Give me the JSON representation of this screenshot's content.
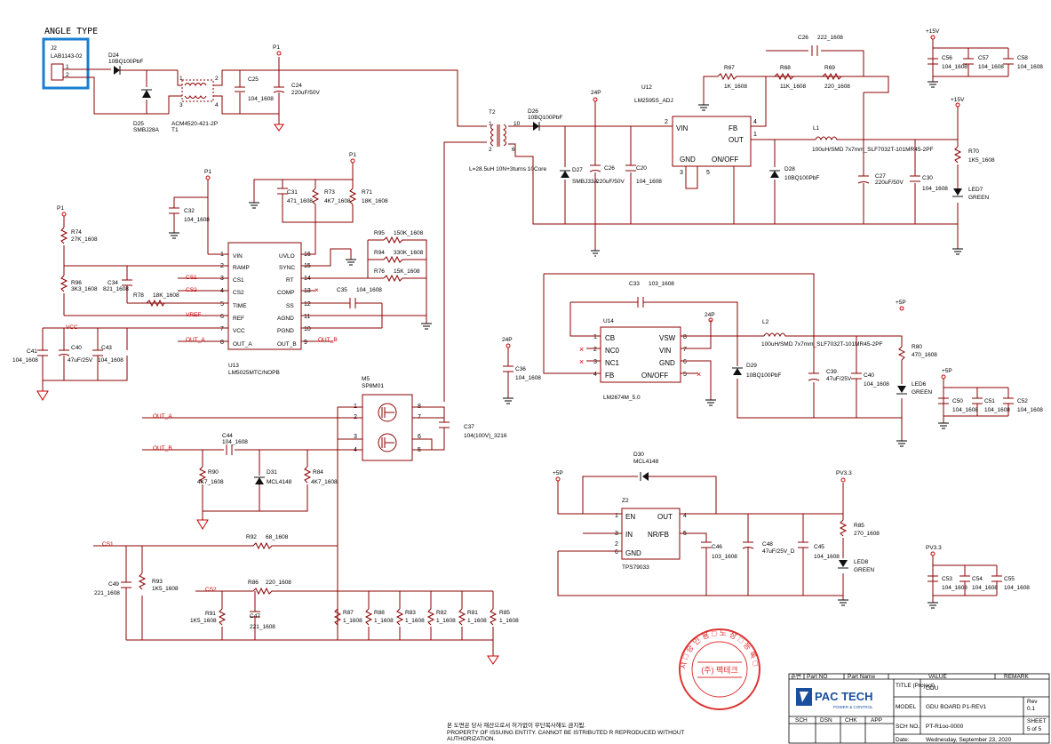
{
  "header": {
    "angle_type": "ANGLE TYPE"
  },
  "connector": {
    "ref": "J2",
    "part": "LAB1143-02",
    "pins": [
      "1",
      "2"
    ]
  },
  "parts": {
    "D24": {
      "ref": "D24",
      "value": "10BQ100PbF"
    },
    "D25": {
      "ref": "D25",
      "value": "SMBJ28A"
    },
    "T1": {
      "ref": "T1",
      "value": "ACM4520-421-2P",
      "pins": [
        "1",
        "2",
        "3",
        "4"
      ]
    },
    "C25": {
      "ref": "C25",
      "value": "104_1608"
    },
    "C24": {
      "ref": "C24",
      "value": "220uF/50V"
    },
    "T2": {
      "ref": "T2",
      "value": "L=28.5uH 10N+3turns 10Core",
      "pins": [
        "1",
        "2",
        "10",
        "6"
      ]
    },
    "D26": {
      "ref": "D26",
      "value": "10BQ100PbF"
    },
    "D27": {
      "ref": "D27",
      "value": "SMBJ33A"
    },
    "C26": {
      "ref": "C26",
      "value": "220uF/50V"
    },
    "C20": {
      "ref": "C20",
      "value": "104_1608"
    },
    "U12": {
      "ref": "U12",
      "value": "LM2595S_ADJ",
      "pins": {
        "VIN": "VIN",
        "FB": "FB",
        "OUT": "OUT",
        "GND": "GND",
        "ONOFF": "ON/OFF"
      },
      "nums": [
        "2",
        "4",
        "1",
        "3",
        "5"
      ]
    },
    "R67": {
      "ref": "R67",
      "value": "1K_1608"
    },
    "R68": {
      "ref": "R68",
      "value": "11K_1608"
    },
    "R69": {
      "ref": "R69",
      "value": "220_1608"
    },
    "C26b": {
      "ref": "C26",
      "value": "222_1608"
    },
    "L1": {
      "ref": "L1",
      "value": "100uH/SMD 7x7mm_SLF7032T-101MR45-2PF"
    },
    "D28": {
      "ref": "D28",
      "value": "10BQ100PbF"
    },
    "C27": {
      "ref": "C27",
      "value": "220uF/50V"
    },
    "C30": {
      "ref": "C30",
      "value": "104_1608"
    },
    "R70": {
      "ref": "R70",
      "value": "1K5_1608"
    },
    "LED7": {
      "ref": "LED7",
      "value": "GREEN"
    },
    "C56": {
      "ref": "C56",
      "value": "104_1608"
    },
    "C57": {
      "ref": "C57",
      "value": "104_1608"
    },
    "C58": {
      "ref": "C58",
      "value": "104_1608"
    },
    "C31": {
      "ref": "C31",
      "value": "471_1608"
    },
    "R73": {
      "ref": "R73",
      "value": "4K7_1608"
    },
    "R71": {
      "ref": "R71",
      "value": "18K_1608"
    },
    "C32": {
      "ref": "C32",
      "value": "104_1608"
    },
    "R74": {
      "ref": "R74",
      "value": "27K_1608"
    },
    "R96": {
      "ref": "R96",
      "value": "3K3_1608"
    },
    "C34": {
      "ref": "C34",
      "value": "821_1608"
    },
    "R78": {
      "ref": "R78",
      "value": "18K_1608"
    },
    "U13": {
      "ref": "U13",
      "value": "LM5025MTC/NOPB",
      "left": [
        [
          "1",
          "VIN"
        ],
        [
          "2",
          "RAMP"
        ],
        [
          "3",
          "CS1"
        ],
        [
          "4",
          "CS2"
        ],
        [
          "5",
          "TIME"
        ],
        [
          "6",
          "REF"
        ],
        [
          "7",
          "VCC"
        ],
        [
          "8",
          "OUT_A"
        ]
      ],
      "right": [
        [
          "16",
          "UVLO"
        ],
        [
          "15",
          "SYNC"
        ],
        [
          "14",
          "RT"
        ],
        [
          "13",
          "COMP"
        ],
        [
          "12",
          "SS"
        ],
        [
          "11",
          "AGND"
        ],
        [
          "10",
          "PGND"
        ],
        [
          "9",
          "OUT_B"
        ]
      ]
    },
    "R95": {
      "ref": "R95",
      "value": "150K_1608"
    },
    "R94": {
      "ref": "R94",
      "value": "330K_1608"
    },
    "R76": {
      "ref": "R76",
      "value": "15K_1608"
    },
    "C35": {
      "ref": "C35",
      "value": "104_1608"
    },
    "C41": {
      "ref": "C41",
      "value": "104_1608"
    },
    "C40": {
      "ref": "C40",
      "value": "47uF/25V"
    },
    "C43": {
      "ref": "C43",
      "value": "104_1608"
    },
    "M5": {
      "ref": "M5",
      "value": "SP8M01",
      "pins": [
        "1",
        "2",
        "3",
        "4",
        "8",
        "7",
        "6",
        "5"
      ]
    },
    "C37": {
      "ref": "C37",
      "value": "104(100V)_3216"
    },
    "C44": {
      "ref": "C44",
      "value": "104_1608"
    },
    "R90": {
      "ref": "R90",
      "value": "4K7_1608"
    },
    "D31": {
      "ref": "D31",
      "value": "MCL4148"
    },
    "R84": {
      "ref": "R84",
      "value": "4K7_1608"
    },
    "R92": {
      "ref": "R92",
      "value": "68_1608"
    },
    "R93": {
      "ref": "R93",
      "value": "1K5_1608"
    },
    "C49": {
      "ref": "C49",
      "value": "221_1608"
    },
    "R86": {
      "ref": "R86",
      "value": "220_1608"
    },
    "R91": {
      "ref": "R91",
      "value": "1K5_1608"
    },
    "C47": {
      "ref": "C47",
      "value": "221_1608"
    },
    "R87": {
      "ref": "R87",
      "value": "1_1608"
    },
    "R88": {
      "ref": "R88",
      "value": "1_1608"
    },
    "R83": {
      "ref": "R83",
      "value": "1_1608"
    },
    "R82": {
      "ref": "R82",
      "value": "1_1608"
    },
    "R81": {
      "ref": "R81",
      "value": "1_1608"
    },
    "R85": {
      "ref": "R85",
      "value": "1_1608"
    },
    "C33": {
      "ref": "C33",
      "value": "103_1608"
    },
    "U14": {
      "ref": "U14",
      "value": "LM2674M_5.0",
      "left": [
        [
          "1",
          "CB"
        ],
        [
          "2",
          "NC0"
        ],
        [
          "3",
          "NC1"
        ],
        [
          "4",
          "FB"
        ]
      ],
      "right": [
        [
          "8",
          "VSW"
        ],
        [
          "7",
          "VIN"
        ],
        [
          "6",
          "GND"
        ],
        [
          "5",
          "ON/OFF"
        ]
      ]
    },
    "L2": {
      "ref": "L2",
      "value": "100uH/SMD 7x7mm_SLF7032T-101MR45-2PF"
    },
    "D29": {
      "ref": "D29",
      "value": "10BQ100PbF"
    },
    "C39": {
      "ref": "C39",
      "value": "47uF/25V"
    },
    "C40b": {
      "ref": "C40",
      "value": "104_1608"
    },
    "R80": {
      "ref": "R80",
      "value": "470_1608"
    },
    "LED6": {
      "ref": "LED6",
      "value": "GREEN"
    },
    "C36": {
      "ref": "C36",
      "value": "104_1608"
    },
    "C50": {
      "ref": "C50",
      "value": "104_1608"
    },
    "C51": {
      "ref": "C51",
      "value": "104_1608"
    },
    "C52": {
      "ref": "C52",
      "value": "104_1608"
    },
    "D30": {
      "ref": "D30",
      "value": "MCL4148"
    },
    "Z2": {
      "ref": "Z2",
      "value": "TPS79033",
      "left": [
        [
          "1",
          "EN"
        ],
        [
          "3",
          "IN"
        ],
        [
          "6",
          "GND"
        ]
      ],
      "right": [
        [
          "4",
          "OUT"
        ],
        [
          "5",
          "NR/FB"
        ]
      ],
      "extra": "2"
    },
    "C46": {
      "ref": "C46",
      "value": "103_1608"
    },
    "C48": {
      "ref": "C48",
      "value": "47uF/25V_D"
    },
    "C45": {
      "ref": "C45",
      "value": "104_1608"
    },
    "R85b": {
      "ref": "R85",
      "value": "270_1608"
    },
    "LED8": {
      "ref": "LED8",
      "value": "GREEN"
    },
    "C53": {
      "ref": "C53",
      "value": "104_1608"
    },
    "C54": {
      "ref": "C54",
      "value": "104_1608"
    },
    "C55": {
      "ref": "C55",
      "value": "104_1608"
    }
  },
  "power": {
    "P1": "P1",
    "v15": "+15V",
    "v24": "24P",
    "v5": "+5P",
    "pv33": "PV3.3"
  },
  "nets": {
    "CS1": "CS1",
    "CS2": "CS2",
    "VREF": "VREF",
    "VCC": "VCC",
    "OUT_A": "OUT_A",
    "OUT_B": "OUT_B"
  },
  "notice": {
    "korean": "본 도면은 당사 재산으로서 허가없이 무단복사해도 금지됨.",
    "line1": "PROPERTY OF ISSUING ENTITY. CANNOT BE ISTRIBUTED R REPRODUCED WITHOUT",
    "line2": "AUTHORIZATION."
  },
  "stamp": {
    "center": "(주) 팩테크",
    "ring": "사 □ 승 인 용 □ 도 장 □ 등 록 □"
  },
  "title_block": {
    "hdr": [
      "순번",
      "Part NO",
      "Part Name",
      "VALUE",
      "REMARK"
    ],
    "title_label": "TITLE (Project)",
    "title": "GDU",
    "model_label": "MODEL",
    "model": "GDU BOARD P1-REV1",
    "rev_label": "Rev",
    "rev": "0.1",
    "sch_no_label": "SCH NO.",
    "sch_no": "PT-R1oo-0000",
    "sheet_label": "SHEET",
    "sheet": "5 of 5",
    "date_label": "Date:",
    "date": "Wednesday, September 23, 2020",
    "signs": [
      "SCH",
      "DSN",
      "CHK",
      "APP"
    ],
    "logo": "PAC TECH",
    "logo_sub": "POWER & CONTROL"
  }
}
